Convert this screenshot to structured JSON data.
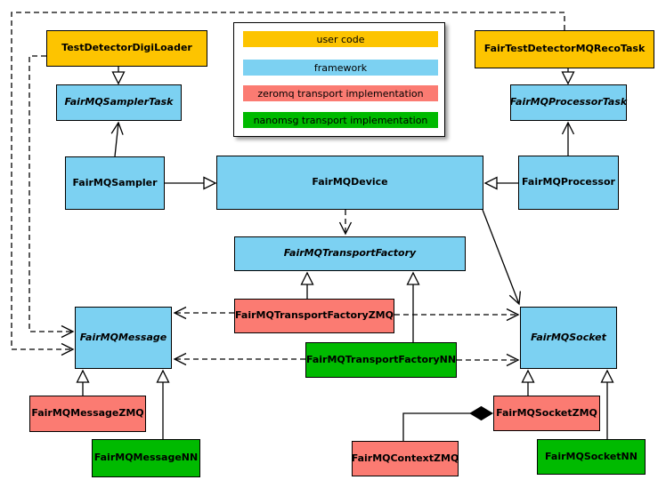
{
  "colors": {
    "user_code": "#FDC400",
    "framework": "#7CD1F2",
    "zeromq": "#FB7B72",
    "nanomsg": "#00BA00"
  },
  "legend": {
    "items": [
      {
        "label": "user code",
        "category": "user_code"
      },
      {
        "label": "framework",
        "category": "framework"
      },
      {
        "label": "zeromq transport implementation",
        "category": "zeromq"
      },
      {
        "label": "nanomsg transport implementation",
        "category": "nanomsg"
      }
    ]
  },
  "nodes": {
    "testDetectorDigiLoader": {
      "label": "TestDetectorDigiLoader",
      "category": "user_code"
    },
    "fairTestDetectorMQRecoTask": {
      "label": "FairTestDetectorMQRecoTask",
      "category": "user_code"
    },
    "fairMQSamplerTask": {
      "label": "FairMQSamplerTask",
      "category": "framework",
      "abstract": true
    },
    "fairMQProcessorTask": {
      "label": "FairMQProcessorTask",
      "category": "framework",
      "abstract": true
    },
    "fairMQSampler": {
      "label": "FairMQSampler",
      "category": "framework"
    },
    "fairMQDevice": {
      "label": "FairMQDevice",
      "category": "framework"
    },
    "fairMQProcessor": {
      "label": "FairMQProcessor",
      "category": "framework"
    },
    "fairMQTransportFactory": {
      "label": "FairMQTransportFactory",
      "category": "framework",
      "abstract": true
    },
    "fairMQTransportFactoryZMQ": {
      "label": "FairMQTransportFactoryZMQ",
      "category": "zeromq"
    },
    "fairMQTransportFactoryNN": {
      "label": "FairMQTransportFactoryNN",
      "category": "nanomsg"
    },
    "fairMQMessage": {
      "label": "FairMQMessage",
      "category": "framework",
      "abstract": true
    },
    "fairMQSocket": {
      "label": "FairMQSocket",
      "category": "framework",
      "abstract": true
    },
    "fairMQMessageZMQ": {
      "label": "FairMQMessageZMQ",
      "category": "zeromq"
    },
    "fairMQMessageNN": {
      "label": "FairMQMessageNN",
      "category": "nanomsg"
    },
    "fairMQSocketZMQ": {
      "label": "FairMQSocketZMQ",
      "category": "zeromq"
    },
    "fairMQSocketNN": {
      "label": "FairMQSocketNN",
      "category": "nanomsg"
    },
    "fairMQContextZMQ": {
      "label": "FairMQContextZMQ",
      "category": "zeromq"
    }
  }
}
